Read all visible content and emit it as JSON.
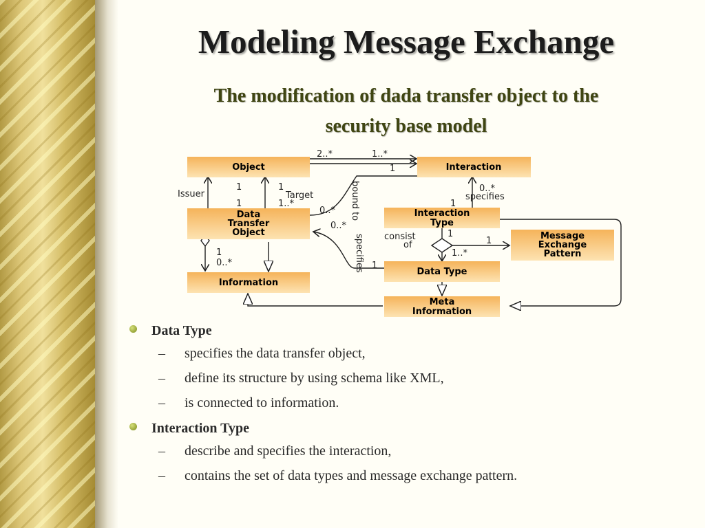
{
  "slide": {
    "title": "Modeling Message Exchange",
    "subtitle_line1": "The modification of dada transfer object to the",
    "subtitle_line2": "security base model"
  },
  "diagram": {
    "boxes": {
      "object": [
        "Object"
      ],
      "interaction": [
        "Interaction"
      ],
      "data_transfer_object": [
        "Data",
        "Transfer",
        "Object"
      ],
      "interaction_type": [
        "Interaction",
        "Type"
      ],
      "message_exchange_pattern": [
        "Message",
        "Exchange",
        "Pattern"
      ],
      "data_type": [
        "Data Type"
      ],
      "information": [
        "Information"
      ],
      "meta_information": [
        "Meta",
        "Information"
      ]
    },
    "labels": {
      "mult_2": "2..*",
      "mult_1_top": "1..*",
      "mult_1_int": "1",
      "issuer": "Issuer",
      "one_issuer_top": "1",
      "one_issuer_bot": "1",
      "one_target_top": "1",
      "target": "Target",
      "one_target_bot": "1..*",
      "bound_to": "bound to",
      "zero_many_bound": "0..*",
      "zero_many_specifies": "0..*",
      "specifies_top": "specifies",
      "one_specifies": "1",
      "zero_many_dto": "0..*",
      "specifies_side": "specifies",
      "one_datatype": "1",
      "consist_of_1": "consist",
      "consist_of_2": "of",
      "one_consist": "1",
      "one_mep": "1",
      "one_many_dt": "1..*",
      "one_info": "1",
      "zero_many_info": "0..*"
    },
    "colors": {
      "box_top": "#f5b35a",
      "box_bottom": "#fde3b2",
      "line": "#1f1f1f"
    }
  },
  "bullets": [
    {
      "label": "Data Type",
      "items": [
        "specifies the data transfer object,",
        "define its structure by using schema like XML,",
        "is connected to information."
      ]
    },
    {
      "label": "Interaction Type",
      "items": [
        "describe and specifies the interaction,",
        "contains the set of data types and message exchange pattern."
      ]
    }
  ]
}
